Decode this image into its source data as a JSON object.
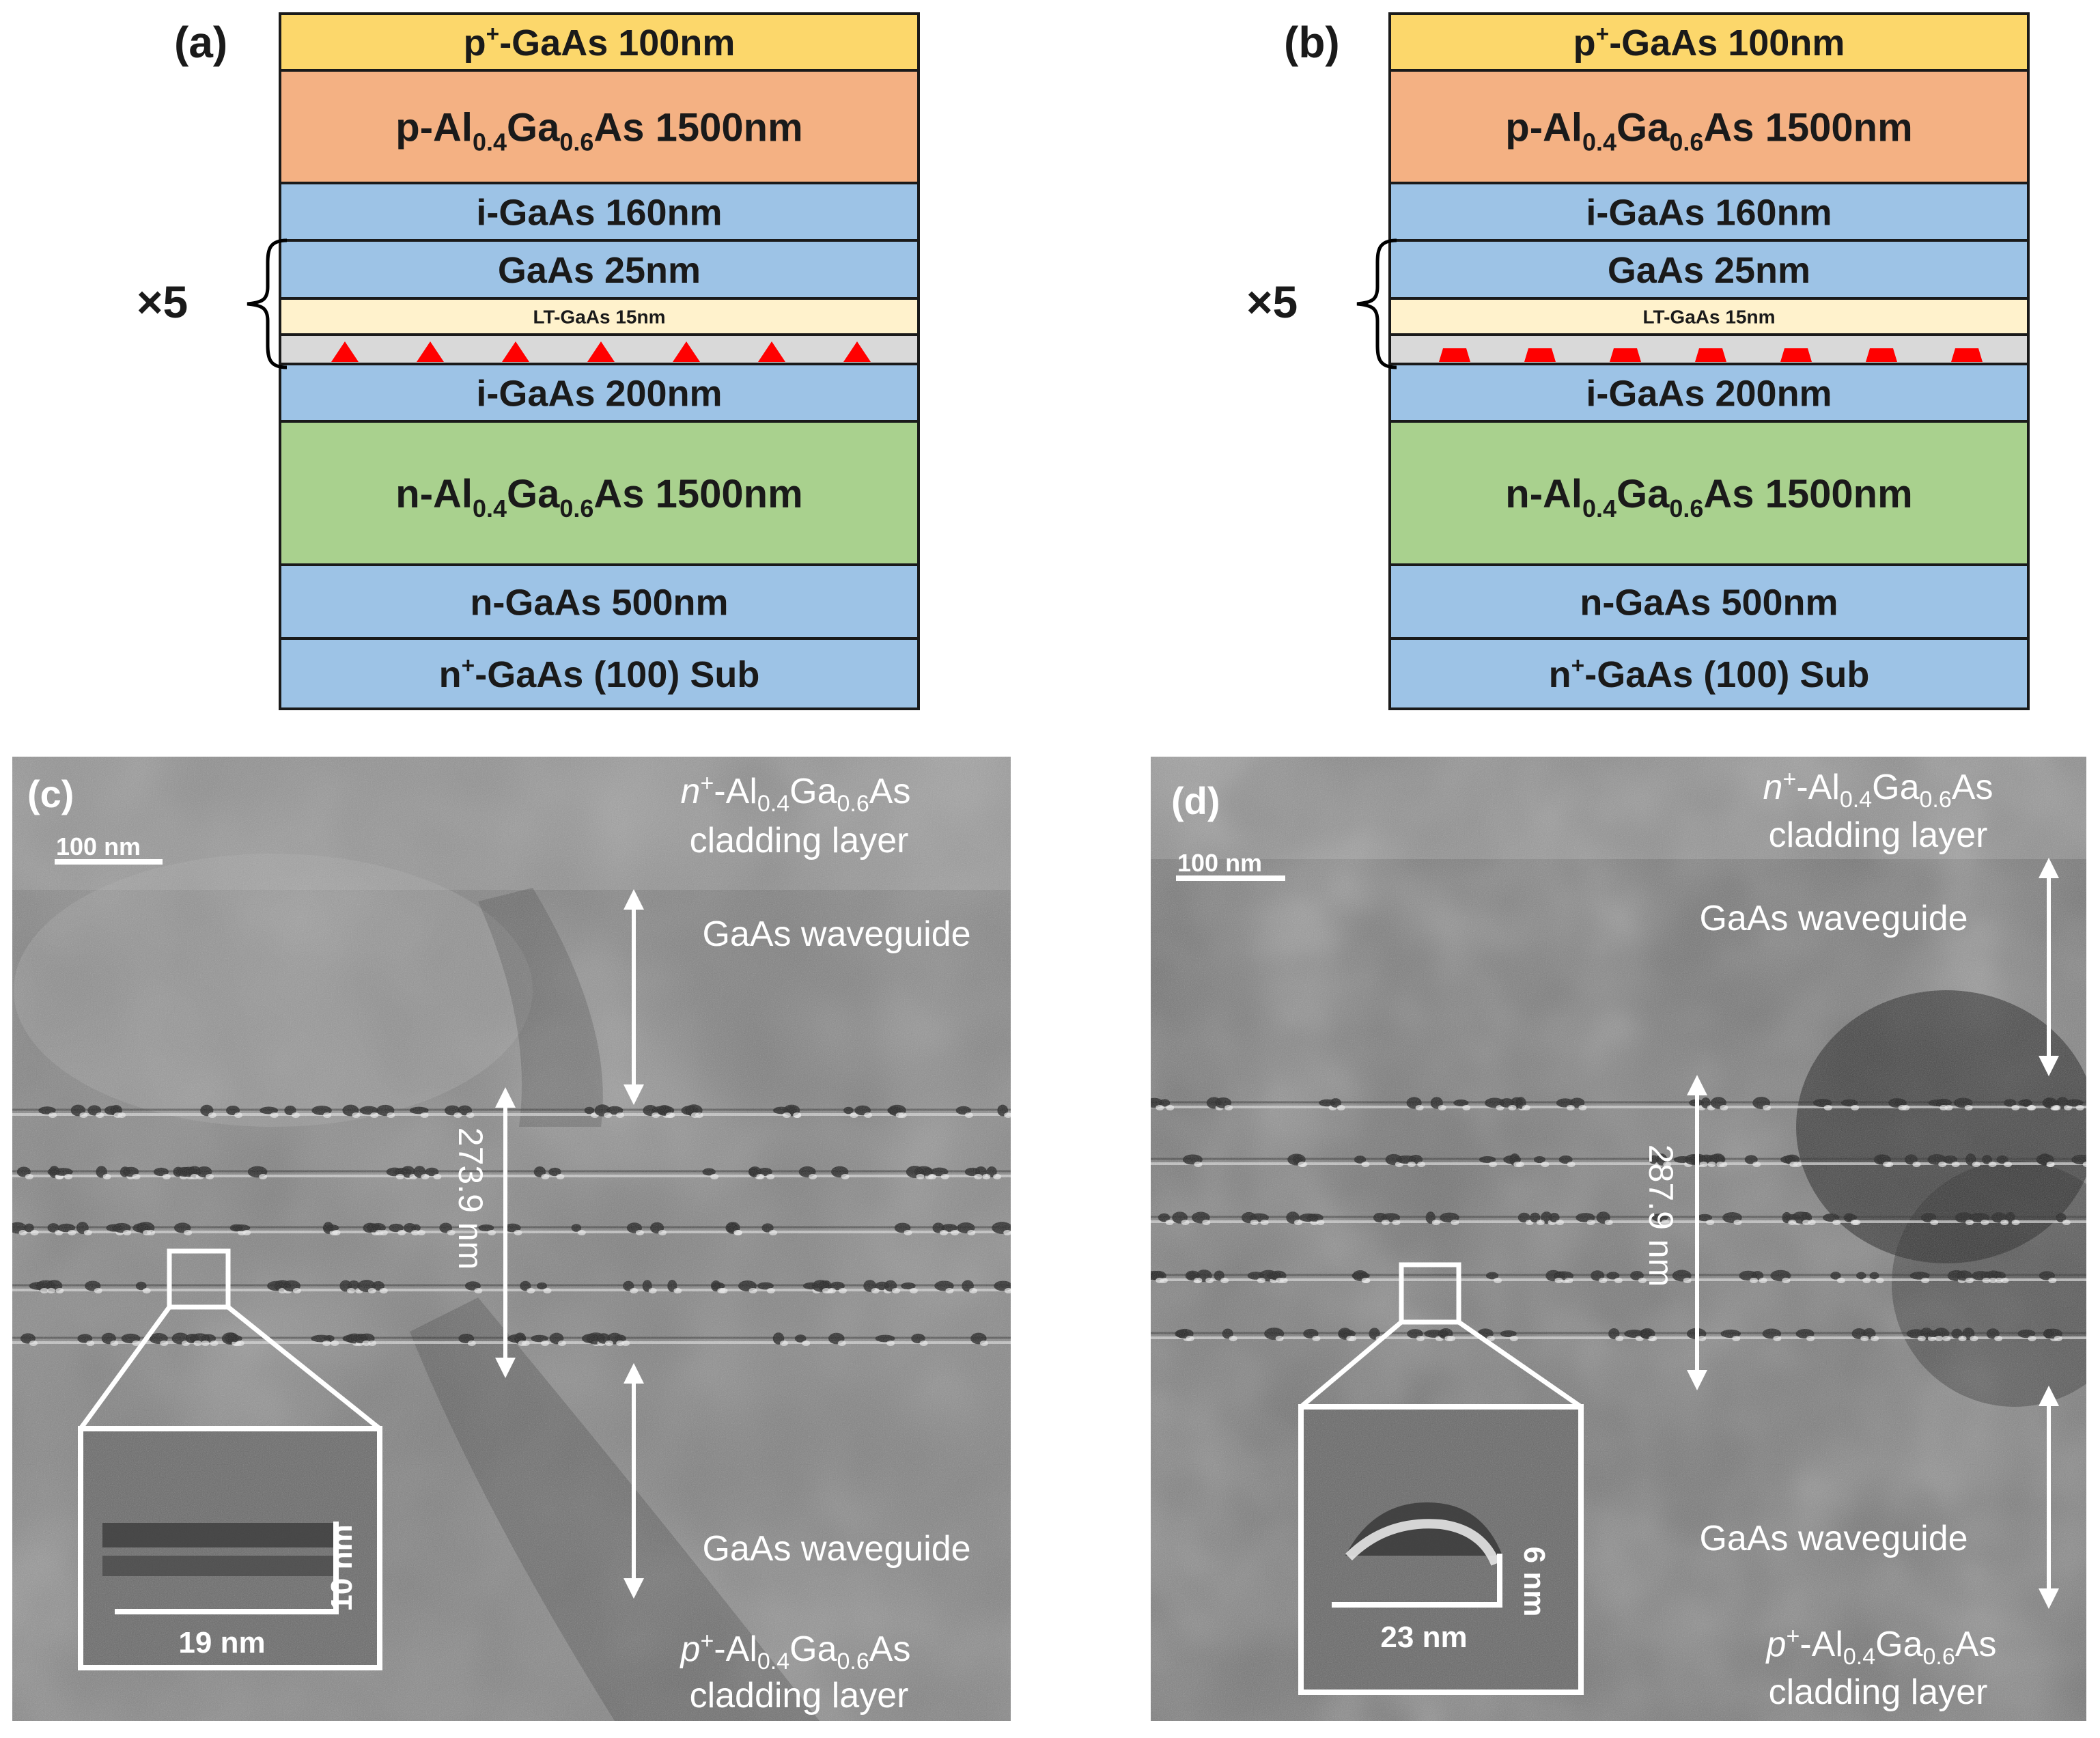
{
  "panels": {
    "a": {
      "label": "(a)",
      "layers": [
        {
          "pre": "p",
          "sup": "+",
          "mid": "-GaAs 100nm",
          "color": "#fcd76b"
        },
        {
          "pre": "p-Al",
          "sub1": "0.4",
          "mid": "Ga",
          "sub2": "0.6",
          "post": "As 1500nm",
          "color": "#f4b183"
        },
        {
          "pre": "i-GaAs 160nm",
          "color": "#9dc3e6"
        },
        {
          "pre": "GaAs 25nm",
          "color": "#9dc3e6"
        },
        {
          "pre": "LT-GaAs 15nm",
          "color": "#fff2cc"
        },
        {
          "pre": "",
          "color": "#d9d9d9"
        },
        {
          "pre": "i-GaAs 200nm",
          "color": "#9dc3e6"
        },
        {
          "pre": "n-Al",
          "sub1": "0.4",
          "mid": "Ga",
          "sub2": "0.6",
          "post": "As 1500nm",
          "color": "#a9d18e"
        },
        {
          "pre": "n-GaAs  500nm",
          "color": "#9dc3e6"
        },
        {
          "pre": "n",
          "sup": "+",
          "mid": "-GaAs (100) Sub",
          "color": "#9dc3e6"
        }
      ],
      "repeat_label": "×5",
      "dot_shape": "triangle",
      "dot_color": "#ff0000"
    },
    "b": {
      "label": "(b)",
      "layers": [
        {
          "pre": "p",
          "sup": "+",
          "mid": "-GaAs 100nm",
          "color": "#fcd76b"
        },
        {
          "pre": "p-Al",
          "sub1": "0.4",
          "mid": "Ga",
          "sub2": "0.6",
          "post": "As 1500nm",
          "color": "#f4b183"
        },
        {
          "pre": "i-GaAs 160nm",
          "color": "#9dc3e6"
        },
        {
          "pre": "GaAs 25nm",
          "color": "#9dc3e6"
        },
        {
          "pre": "LT-GaAs 15nm",
          "color": "#fff2cc"
        },
        {
          "pre": "",
          "color": "#d9d9d9"
        },
        {
          "pre": "i-GaAs 200nm",
          "color": "#9dc3e6"
        },
        {
          "pre": "n-Al",
          "sub1": "0.4",
          "mid": "Ga",
          "sub2": "0.6",
          "post": "As 1500nm",
          "color": "#a9d18e"
        },
        {
          "pre": "n-GaAs  500nm",
          "color": "#9dc3e6"
        },
        {
          "pre": "n",
          "sup": "+",
          "mid": "-GaAs (100) Sub",
          "color": "#9dc3e6"
        }
      ],
      "repeat_label": "×5",
      "dot_shape": "trapezoid",
      "dot_color": "#ff0000"
    },
    "c": {
      "label": "(c)",
      "scale_bar": "100 nm",
      "top_cladding_prefix": "n",
      "top_cladding_sup": "+",
      "top_cladding_rest": "-Al",
      "sub1": "0.4",
      "mid": "Ga",
      "sub2": "0.6",
      "post": "As",
      "cladding_word": "cladding layer",
      "bottom_cladding_prefix": "p",
      "bottom_cladding_sup": "+",
      "waveguide_top": "GaAs waveguide",
      "waveguide_bottom": "GaAs waveguide",
      "thickness": "273.9 nm",
      "inset_width": "19 nm",
      "inset_height": "10 nm"
    },
    "d": {
      "label": "(d)",
      "scale_bar": "100 nm",
      "top_cladding_prefix": "n",
      "top_cladding_sup": "+",
      "top_cladding_rest": "-Al",
      "sub1": "0.4",
      "mid": "Ga",
      "sub2": "0.6",
      "post": "As",
      "cladding_word": "cladding layer",
      "bottom_cladding_prefix": "p",
      "bottom_cladding_sup": "+",
      "waveguide_top": "GaAs waveguide",
      "waveguide_bottom": "GaAs waveguide",
      "thickness": "287.9 nm",
      "inset_width": "23 nm",
      "inset_height": "6 nm"
    }
  }
}
